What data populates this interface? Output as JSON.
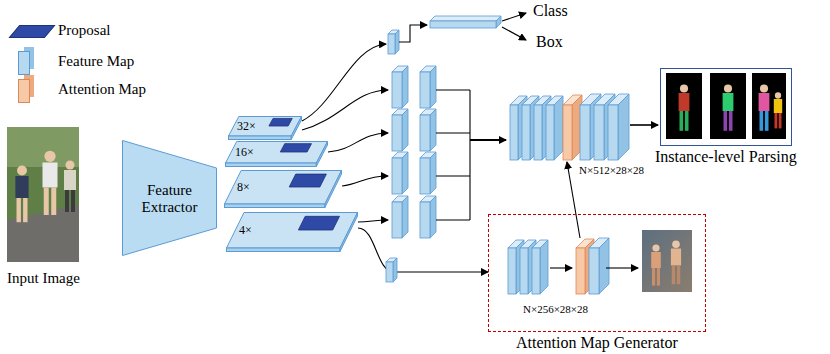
{
  "diagram": {
    "nodes": [
      {
        "text": [
          "Input Image"
        ]
      },
      {
        "text": [
          "Feature Extractor"
        ]
      },
      {
        "text": [
          "32×"
        ]
      },
      {
        "text": [
          "16×"
        ]
      },
      {
        "text": [
          "8×"
        ]
      },
      {
        "text": [
          "4×"
        ]
      },
      {
        "text": [
          "Attention Map Generator"
        ]
      },
      {
        "text": [
          "Instance-level Parsing"
        ]
      }
    ],
    "edges": [
      {
        "from": 5,
        "to": 6,
        "arrow": "to"
      }
    ],
    "labels": [
      "Class",
      "Box",
      "N×512×28×28",
      "N×256×28×28"
    ],
    "legend": [
      {
        "text": "Proposal",
        "color": "#2e4aa6"
      },
      {
        "text": "Feature Map",
        "color": "#b7d9f0"
      },
      {
        "text": "Attention Map",
        "color": "#f8c9a6"
      }
    ]
  }
}
